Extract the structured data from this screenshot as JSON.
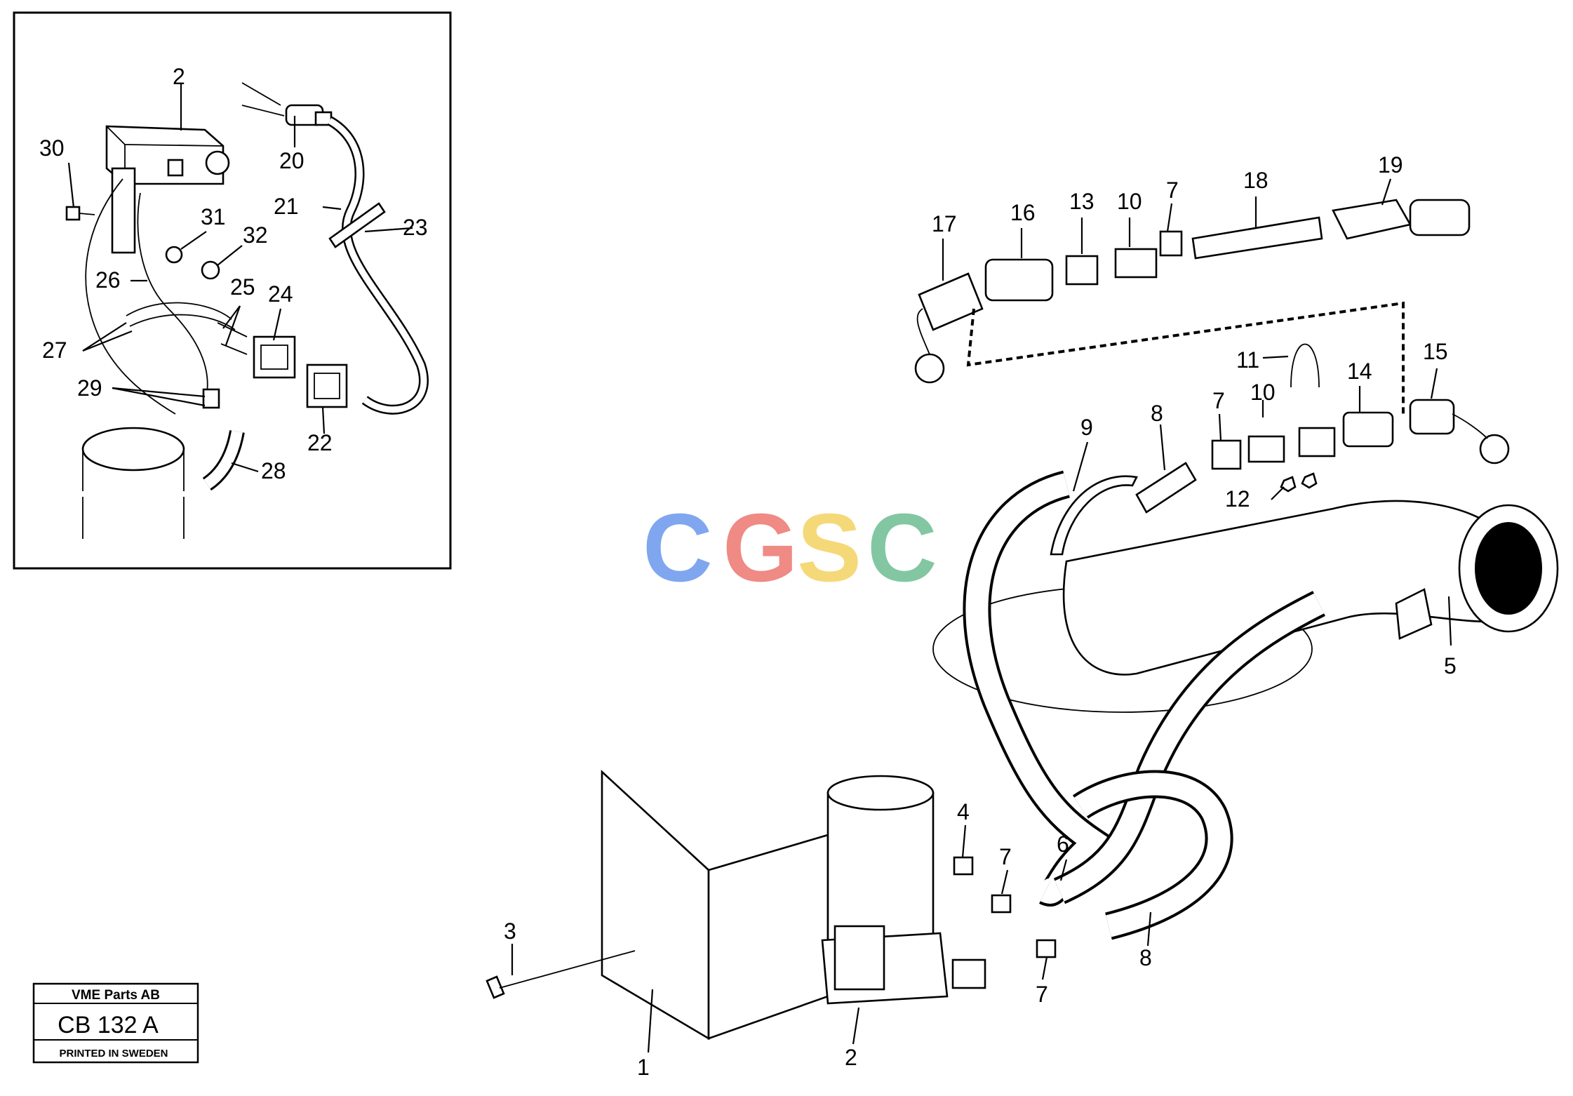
{
  "watermark": {
    "letters": [
      "C",
      "G",
      "S",
      "C"
    ],
    "colors": [
      "#7fa6ef",
      "#ef8a84",
      "#f5d978",
      "#82c7a2"
    ]
  },
  "title_block": {
    "company": "VME Parts AB",
    "code": "CB 132 A",
    "printed": "PRINTED IN SWEDEN"
  },
  "inset_labels": [
    "2",
    "20",
    "30",
    "21",
    "23",
    "31",
    "32",
    "26",
    "25",
    "24",
    "27",
    "29",
    "22",
    "28"
  ],
  "main_labels": [
    "17",
    "16",
    "13",
    "10",
    "7",
    "18",
    "19",
    "11",
    "10",
    "14",
    "15",
    "9",
    "8",
    "7",
    "12",
    "5",
    "4",
    "7",
    "6",
    "3",
    "8",
    "7",
    "1",
    "2"
  ]
}
